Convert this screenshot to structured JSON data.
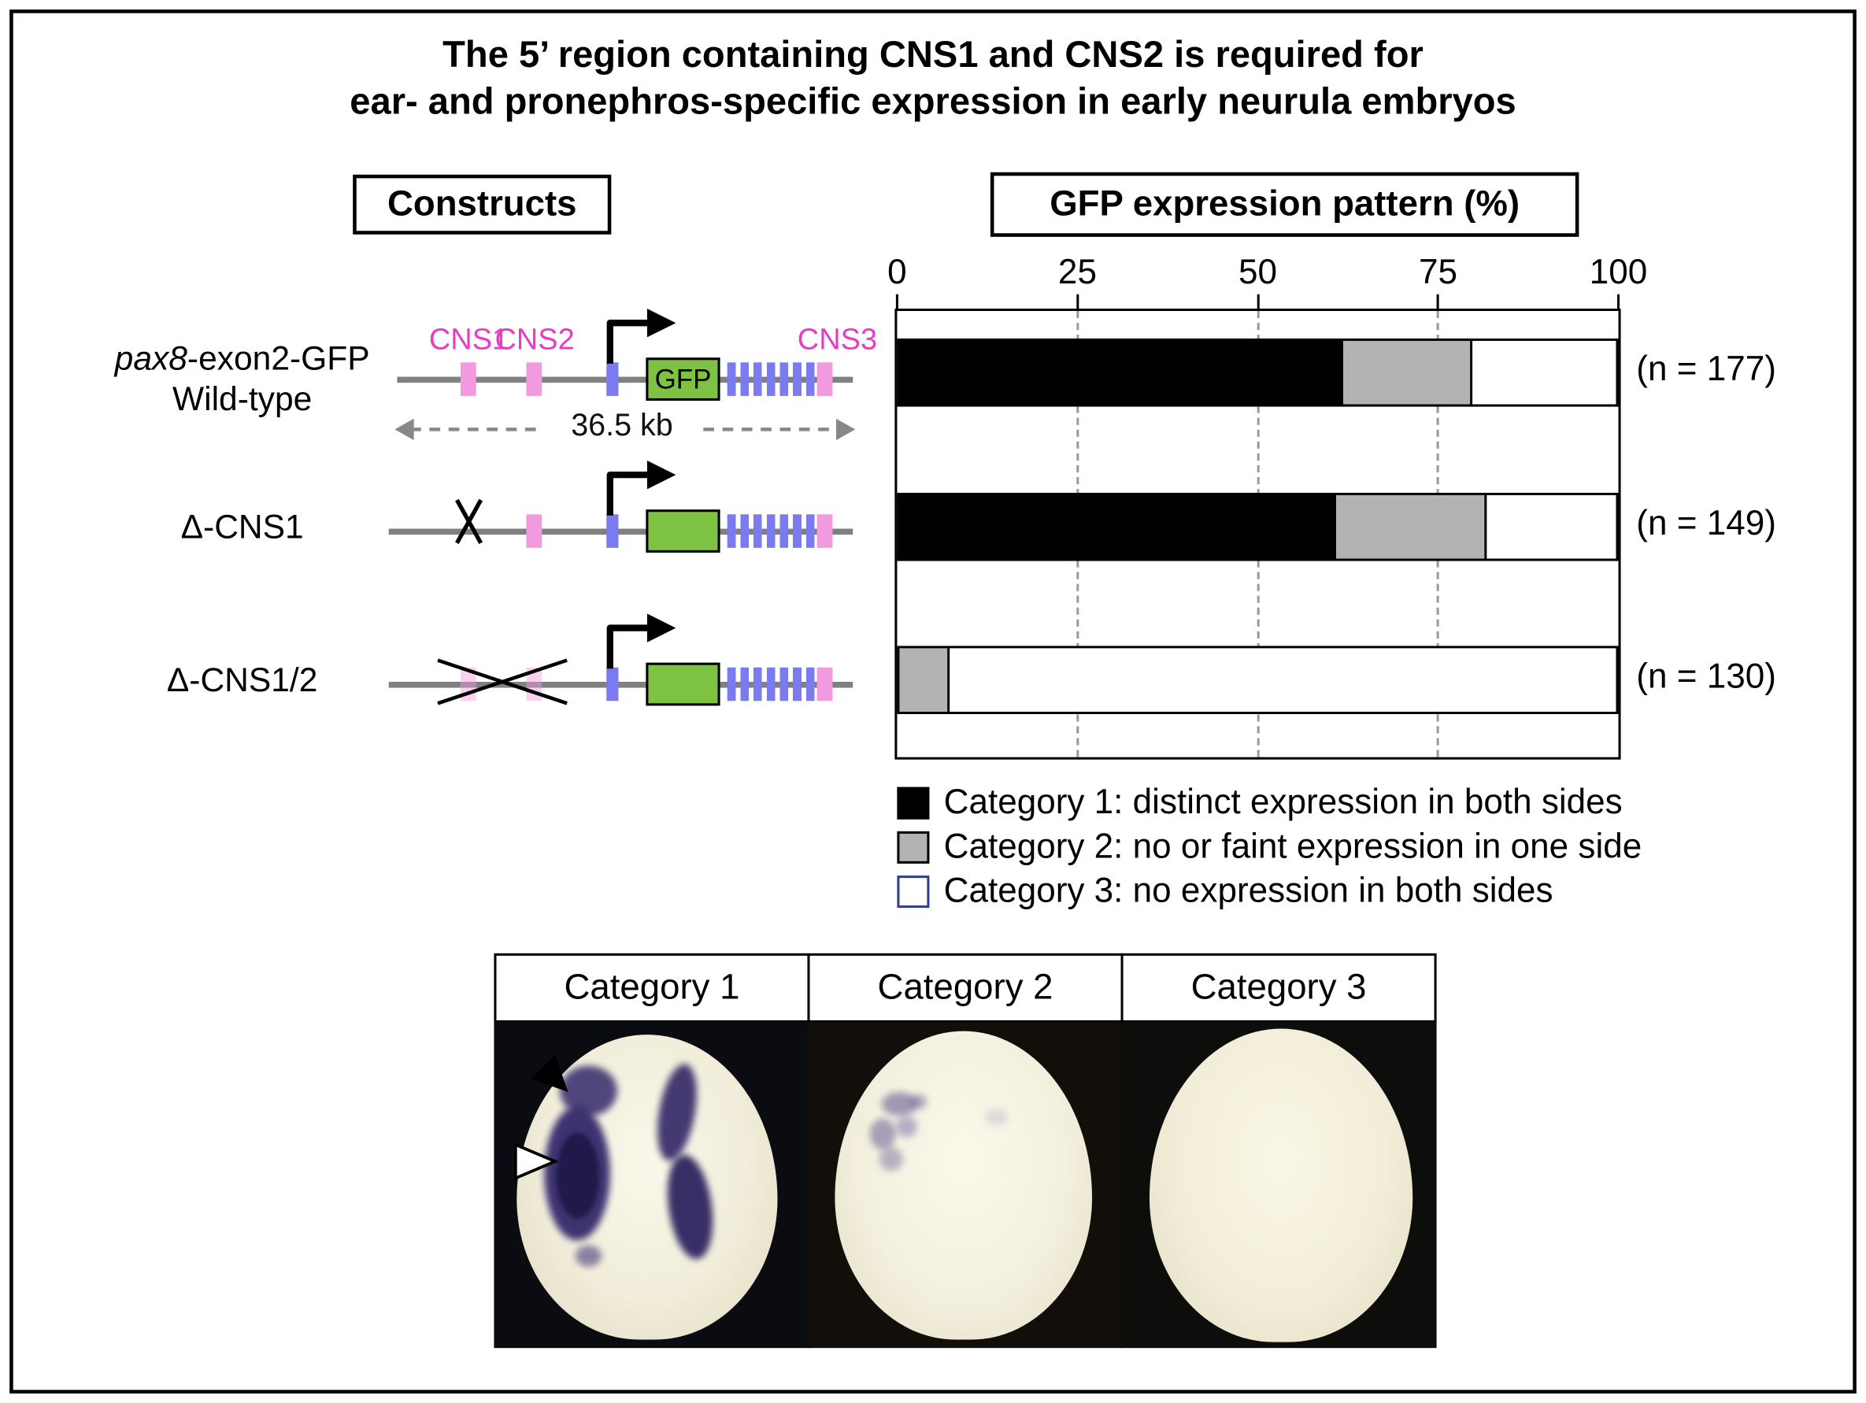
{
  "title": {
    "line1": "The 5’ region containing CNS1 and CNS2 is required for",
    "line2": "ear- and pronephros-specific expression in early neurula embryos"
  },
  "constructs": {
    "header": "Constructs",
    "wild_type": {
      "name_italic": "pax8",
      "name_rest": "-exon2-GFP",
      "name_line2": "Wild-type",
      "cns1": "CNS1",
      "cns2": "CNS2",
      "cns3": "CNS3",
      "gfp": "GFP",
      "scale": "36.5 kb"
    },
    "delta_cns1": {
      "name": "Δ-CNS1"
    },
    "delta_cns1_2": {
      "name": "Δ-CNS1/2"
    }
  },
  "chart": {
    "header": "GFP expression pattern (%)"
  },
  "chart_data": {
    "type": "bar",
    "orientation": "horizontal",
    "stacked": true,
    "title": "GFP expression pattern (%)",
    "xlim": [
      0,
      100
    ],
    "x_ticks": [
      "0",
      "25",
      "50",
      "75",
      "100"
    ],
    "categories": [
      "pax8-exon2-GFP Wild-type",
      "Δ-CNS1",
      "Δ-CNS1/2"
    ],
    "series": [
      {
        "name": "Category 1: distinct expression in both sides",
        "color": "#000000",
        "values": [
          62,
          61,
          0
        ]
      },
      {
        "name": "Category 2: no or faint expression in one side",
        "color": "#b3b3b3",
        "values": [
          18,
          21,
          7
        ]
      },
      {
        "name": "Category 3: no expression in both sides",
        "color": "#ffffff",
        "values": [
          20,
          18,
          93
        ]
      }
    ],
    "n_labels": [
      "(n = 177)",
      "(n = 149)",
      "(n = 130)"
    ],
    "gridlines": {
      "x": [
        25,
        50,
        75
      ],
      "style": "dashed"
    },
    "legend_position": "bottom"
  },
  "legend": {
    "items": [
      {
        "label": "Category 1: distinct expression in both sides",
        "fill": "#000000",
        "border": "#000000"
      },
      {
        "label": "Category 2: no or faint expression in one side",
        "fill": "#b3b3b3",
        "border": "#000000"
      },
      {
        "label": "Category 3: no expression in both sides",
        "fill": "#ffffff",
        "border": "#2e3f8f"
      }
    ]
  },
  "photos": {
    "panels": [
      {
        "label": "Category 1"
      },
      {
        "label": "Category 2"
      },
      {
        "label": "Category 3"
      }
    ]
  },
  "colors": {
    "cns_label_text": "#e93cc6",
    "cns_box": "#f19ae0",
    "exon_box": "#7b7bf0",
    "gfp_box": "#7ec243",
    "construct_line": "#808080",
    "stain": "#35296b"
  }
}
